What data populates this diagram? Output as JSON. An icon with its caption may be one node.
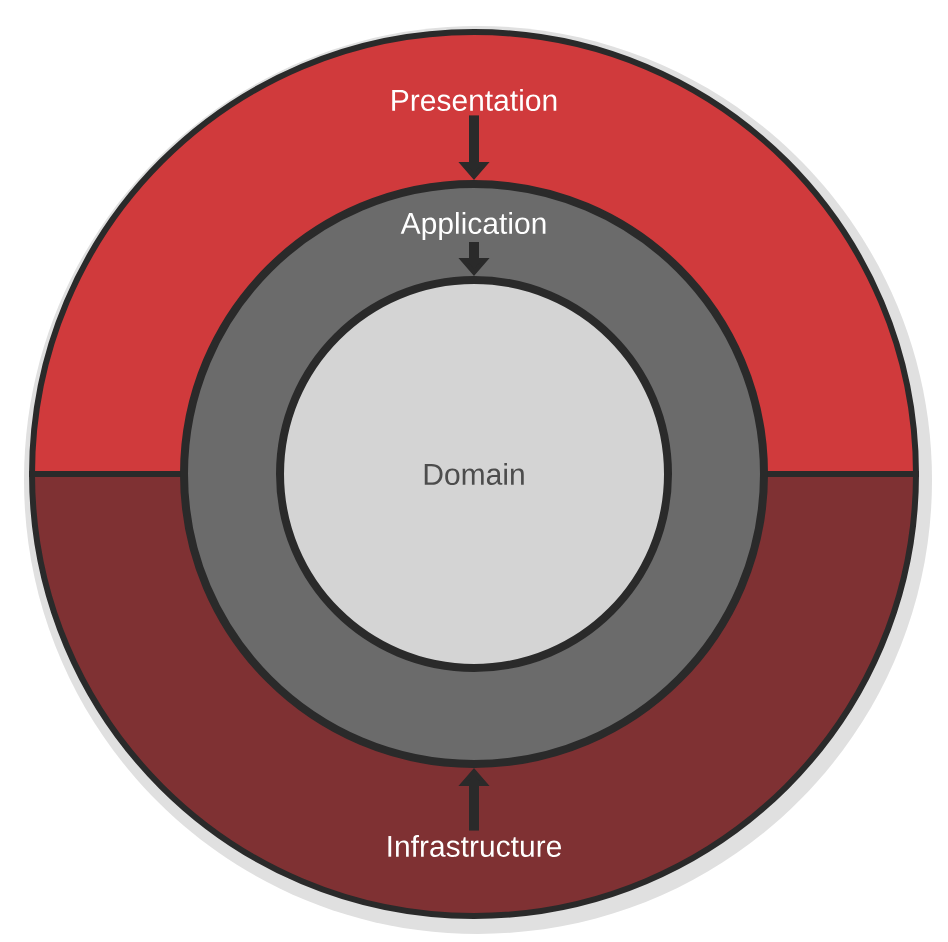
{
  "diagram": {
    "nodes": [
      {
        "text": [
          "Presentation"
        ]
      },
      {
        "text": [
          "Application"
        ]
      },
      {
        "text": [
          "Infrastructure"
        ]
      },
      {
        "text": [
          "Domain"
        ],
        "in": 1
      }
    ],
    "edges": [
      {
        "from": 0,
        "to": 1,
        "arrow": "to"
      },
      {
        "from": null,
        "to": 3,
        "arrow": "to"
      },
      {
        "from": 2,
        "to": 1,
        "arrow": "to"
      }
    ]
  }
}
